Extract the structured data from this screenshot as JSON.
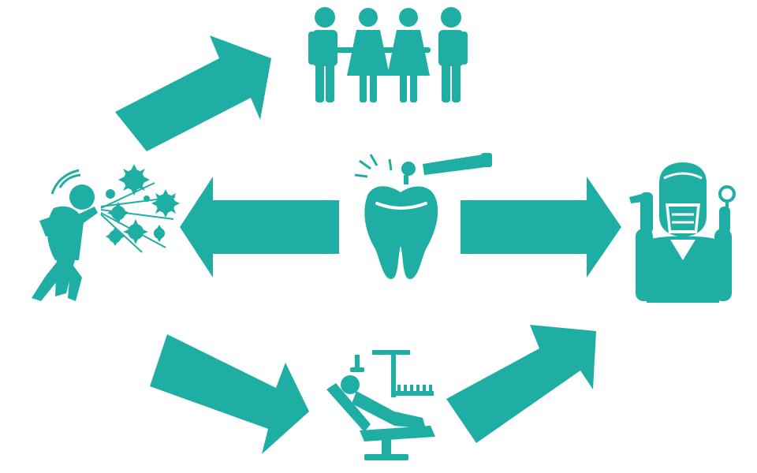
{
  "colors": {
    "accent": "#1faea3",
    "background": "#ffffff"
  },
  "nodes": [
    {
      "id": "tooth",
      "icon": "tooth-drill-icon"
    },
    {
      "id": "group",
      "icon": "people-group-icon"
    },
    {
      "id": "sneeze",
      "icon": "sneezing-person-icon"
    },
    {
      "id": "dentist",
      "icon": "masked-dentist-icon"
    },
    {
      "id": "chair",
      "icon": "dental-chair-patient-icon"
    }
  ],
  "edges": [
    {
      "from": "sneeze",
      "to": "group",
      "icon": "arrow-up-right-icon"
    },
    {
      "from": "tooth",
      "to": "sneeze",
      "icon": "arrow-left-icon"
    },
    {
      "from": "tooth",
      "to": "dentist",
      "icon": "arrow-right-icon"
    },
    {
      "from": "sneeze",
      "to": "chair",
      "icon": "arrow-down-right-icon"
    },
    {
      "from": "chair",
      "to": "dentist",
      "icon": "arrow-up-right-icon"
    }
  ]
}
